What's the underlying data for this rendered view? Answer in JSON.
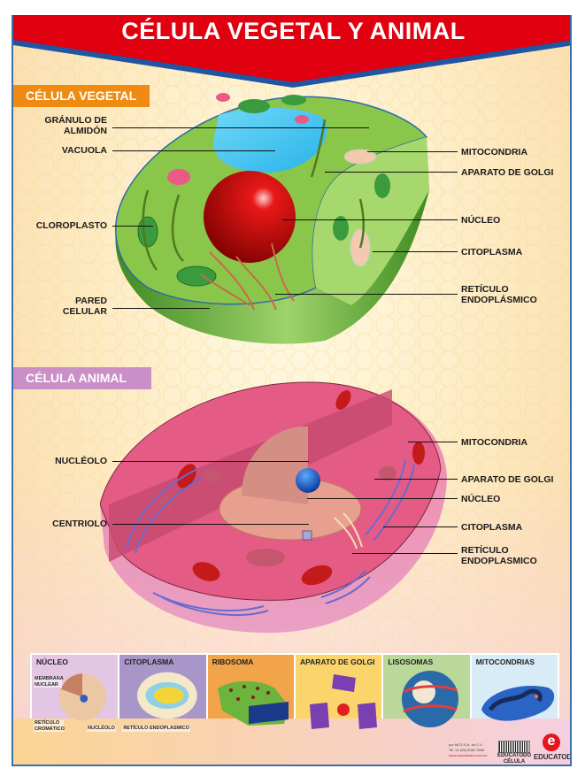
{
  "title": "CÉLULA VEGETAL Y ANIMAL",
  "colors": {
    "banner_red": "#e0000f",
    "banner_blue": "#1f55a3",
    "vegetal_tag": "#ef8b12",
    "animal_tag": "#c98fc6",
    "plant_green": "#7cc43a",
    "animal_pink": "#e56a8f",
    "nucleus_red": "#cc1010"
  },
  "vegetal": {
    "heading": "CÉLULA VEGETAL",
    "left_labels": [
      {
        "id": "granulo",
        "text_line1": "GRÁNULO DE",
        "text_line2": "ALMIDÓN"
      },
      {
        "id": "vacuola",
        "text_line1": "VACUOLA",
        "text_line2": ""
      },
      {
        "id": "cloroplasto",
        "text_line1": "CLOROPLASTO",
        "text_line2": ""
      },
      {
        "id": "pared",
        "text_line1": "PARED",
        "text_line2": "CELULAR"
      }
    ],
    "right_labels": [
      {
        "id": "mitocondria",
        "text_line1": "MITOCONDRIA",
        "text_line2": ""
      },
      {
        "id": "golgi",
        "text_line1": "APARATO DE GOLGI",
        "text_line2": ""
      },
      {
        "id": "nucleo",
        "text_line1": "NÚCLEO",
        "text_line2": ""
      },
      {
        "id": "citoplasma",
        "text_line1": "CITOPLASMA",
        "text_line2": ""
      },
      {
        "id": "reticulo",
        "text_line1": "RETÍCULO",
        "text_line2": "ENDOPLÁSMICO"
      }
    ]
  },
  "animal": {
    "heading": "CÉLULA ANIMAL",
    "left_labels": [
      {
        "id": "nucleolo",
        "text_line1": "NUCLÉOLO",
        "text_line2": ""
      },
      {
        "id": "centriolo",
        "text_line1": "CENTRIOLO",
        "text_line2": ""
      }
    ],
    "right_labels": [
      {
        "id": "mitocondria",
        "text_line1": "MITOCONDRIA",
        "text_line2": ""
      },
      {
        "id": "golgi",
        "text_line1": "APARATO DE GOLGI",
        "text_line2": ""
      },
      {
        "id": "nucleo",
        "text_line1": "NÚCLEO",
        "text_line2": ""
      },
      {
        "id": "citoplasma",
        "text_line1": "CITOPLASMA",
        "text_line2": ""
      },
      {
        "id": "reticulo",
        "text_line1": "RETÍCULO",
        "text_line2": "ENDOPLASMICO"
      }
    ]
  },
  "panels": [
    {
      "title": "NÚCLEO",
      "bg": "#e3c6e4",
      "sublabels": [
        "MEMBRANA NUCLEAR",
        "RETÍCULO CROMÁTICO",
        "NUCLÉOLO"
      ]
    },
    {
      "title": "CITOPLASMA",
      "bg": "#a896c8",
      "sublabels": [
        "RETÍCULO ENDOPLASMICO"
      ]
    },
    {
      "title": "RIBOSOMA",
      "bg": "#f2a44a",
      "sublabels": []
    },
    {
      "title": "APARATO DE GOLGI",
      "bg": "#fbd56b",
      "sublabels": []
    },
    {
      "title": "LISOSOMAS",
      "bg": "#b9d89a",
      "sublabels": []
    },
    {
      "title": "MITOCONDRIAS",
      "bg": "#d8ecf7",
      "sublabels": []
    }
  ],
  "footer": {
    "publisher": "por MCS S.A. de C.V.",
    "phone": "Tel. 01 (55) 5584 7808",
    "website": "www.educatodo.com.mx",
    "barcode_caption": "EDUCATODO CÉLULA VEGETAL Y ANIMAL",
    "brand": "EDUCATODO",
    "brand_letter": "e"
  }
}
